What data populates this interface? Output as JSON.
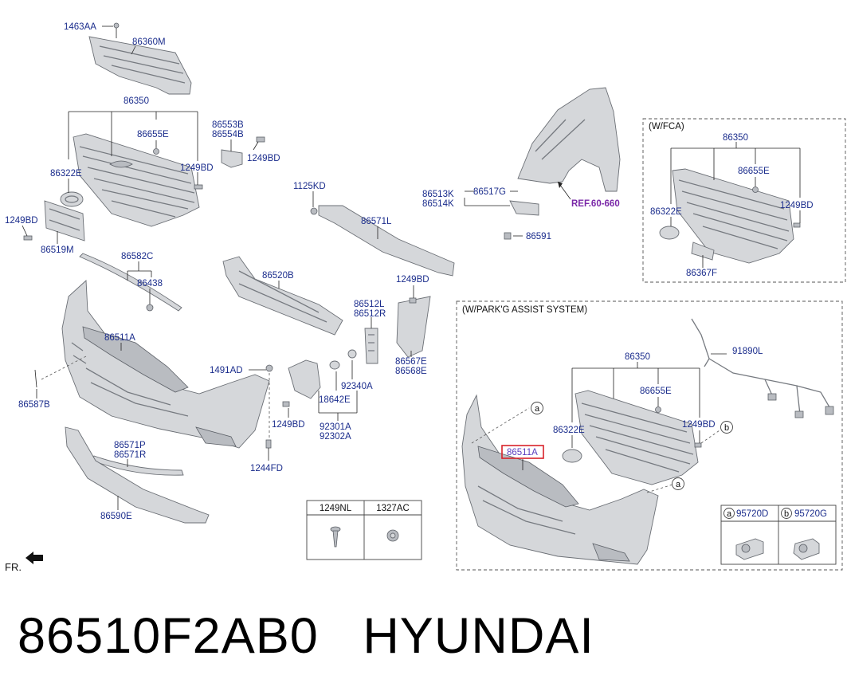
{
  "labels": {
    "l_1463AA": "1463AA",
    "l_86360M": "86360M",
    "l_86350_main": "86350",
    "l_86655E_main": "86655E",
    "l_86322E_main": "86322E",
    "l_1249BD_grille": "1249BD",
    "l_86553B": "86553B",
    "l_86554B": "86554B",
    "l_1249BD_bracket": "1249BD",
    "l_1249BD_left": "1249BD",
    "l_86519M": "86519M",
    "l_1125KD": "1125KD",
    "l_86571L": "86571L",
    "l_86513K": "86513K",
    "l_86514K": "86514K",
    "l_86517G": "86517G",
    "l_86591": "86591",
    "l_86582C": "86582C",
    "l_86438": "86438",
    "l_86520B": "86520B",
    "l_1249BD_mid": "1249BD",
    "l_86512L": "86512L",
    "l_86512R": "86512R",
    "l_86567E": "86567E",
    "l_86568E": "86568E",
    "l_86511A_main": "86511A",
    "l_1491AD": "1491AD",
    "l_92340A": "92340A",
    "l_18642E": "18642E",
    "l_92301A": "92301A",
    "l_92302A": "92302A",
    "l_1249BD_lower": "1249BD",
    "l_86587B": "86587B",
    "l_86571P": "86571P",
    "l_86571R": "86571R",
    "l_1244FD": "1244FD",
    "l_86590E": "86590E",
    "l_fca_86350": "86350",
    "l_fca_86655E": "86655E",
    "l_fca_86322E": "86322E",
    "l_fca_1249BD": "1249BD",
    "l_fca_86367F": "86367F",
    "l_pa_91890L": "91890L",
    "l_pa_86350": "86350",
    "l_pa_86655E": "86655E",
    "l_pa_86322E": "86322E",
    "l_pa_1249BD": "1249BD",
    "l_pa_86511A": "86511A"
  },
  "reference": "REF.60-660",
  "sections": {
    "fca_title": "(W/FCA)",
    "parking_title": "(W/PARK'G ASSIST SYSTEM)"
  },
  "fastener_table": {
    "col1": "1249NL",
    "col2": "1327AC"
  },
  "sensor_table": {
    "a_marker": "a",
    "a_part": "95720D",
    "b_marker": "b",
    "b_part": "95720G"
  },
  "callouts": {
    "pa_a_top": "a",
    "pa_b": "b",
    "pa_a_bottom": "a"
  },
  "direction_label": "FR.",
  "caption": {
    "part_number": "86510F2AB0",
    "brand": "HYUNDAI"
  },
  "colors": {
    "label_blue": "#1a2c8c",
    "reference_purple": "#7a28a8",
    "highlight_red": "#d8222a"
  }
}
